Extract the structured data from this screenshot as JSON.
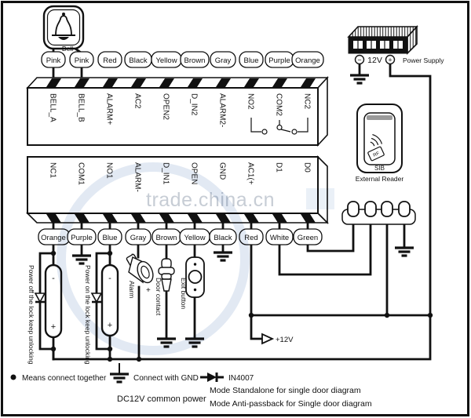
{
  "bell": {
    "label": "Bell"
  },
  "top_colors": [
    "Pink",
    "Pink",
    "Red",
    "Black",
    "Yellow",
    "Brown",
    "Gray",
    "Blue",
    "Purple",
    "Orange"
  ],
  "block_top": {
    "pins": [
      "BELL_A",
      "BELL_B",
      "ALARM+",
      "AC2",
      "OPEN2",
      "D_IN2",
      "ALARM2-",
      "NO2",
      "COM2",
      "NC2"
    ]
  },
  "block_bottom": {
    "pins": [
      "NC1",
      "COM1",
      "NO1",
      "ALARM-",
      "D_IN1",
      "OPEN",
      "GND",
      "AC1(+",
      "D1",
      "D0"
    ]
  },
  "bottom_colors": [
    "Orange",
    "Purple",
    "Blue",
    "Gray",
    "Brown",
    "Yellow",
    "Black",
    "Red",
    "White",
    "Green"
  ],
  "power_supply": {
    "label": "Power Supply",
    "voltage": "12V",
    "minus_sign": "−",
    "plus_sign": "+"
  },
  "reader": {
    "rf_tag": "RF",
    "name": "SIB",
    "caption": "External Reader"
  },
  "locks": {
    "lock1_caption": "Power off the lock keep unlocking",
    "lock2_caption": "Power on the lock keep unlocking",
    "minus": "-",
    "plus": "+"
  },
  "alarm": {
    "caption": "Alarm",
    "minus": "-",
    "plus": "+"
  },
  "door_contact": {
    "caption": "Door contact"
  },
  "exit_button": {
    "caption": "Exit button"
  },
  "plus12v_label": "+12V",
  "legend": {
    "dot_label": "Means connect together",
    "gnd_label": "Connect with GND",
    "diode_label": "IN4007"
  },
  "footer": {
    "power_note": "DC12V common power",
    "mode_line1": "Mode Standalone for single door diagram",
    "mode_line2": "Mode Anti-passback for Single door diagram"
  },
  "watermark": {
    "text": "trade.china.cn"
  }
}
